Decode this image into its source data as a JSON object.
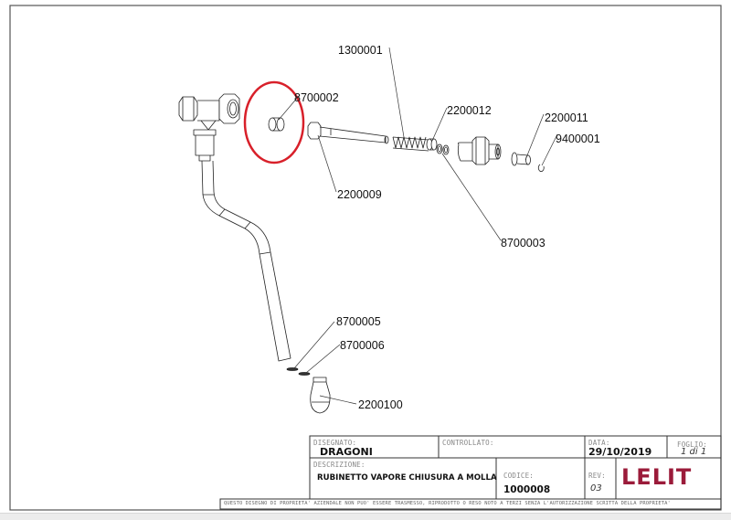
{
  "drawing": {
    "highlight_color": "#d8202a",
    "callouts": [
      {
        "id": "c1300001",
        "label": "1300001"
      },
      {
        "id": "c8700002",
        "label": "8700002"
      },
      {
        "id": "c2200012",
        "label": "2200012"
      },
      {
        "id": "c2200011",
        "label": "2200011"
      },
      {
        "id": "c9400001",
        "label": "9400001"
      },
      {
        "id": "c2200009",
        "label": "2200009"
      },
      {
        "id": "c8700003",
        "label": "8700003"
      },
      {
        "id": "c8700005",
        "label": "8700005"
      },
      {
        "id": "c8700006",
        "label": "8700006"
      },
      {
        "id": "c2200100",
        "label": "2200100"
      }
    ]
  },
  "title_block": {
    "drawn_by_label": "DISEGNATO:",
    "drawn_by": "DRAGONI",
    "checked_label": "CONTROLLATO:",
    "checked_by": "",
    "date_label": "DATA:",
    "date": "29/10/2019",
    "sheet_label": "FOGLIO:",
    "sheet": "1 di 1",
    "description_label": "DESCRIZIONE:",
    "description": "RUBINETTO VAPORE CHIUSURA A MOLLA",
    "code_label": "CODICE:",
    "code": "1000008",
    "rev_label": "REV:",
    "rev": "03",
    "logo_text": "LELIT",
    "logo_color": "#9b1b3a",
    "disclaimer": "QUESTO DISEGNO DI PROPRIETA' AZIENDALE NON PUO' ESSERE TRASMESSO, RIPRODOTTO O RESO NOTO A TERZI SENZA L'AUTORIZZAZIONE SCRITTA DELLA PROPRIETA'"
  }
}
